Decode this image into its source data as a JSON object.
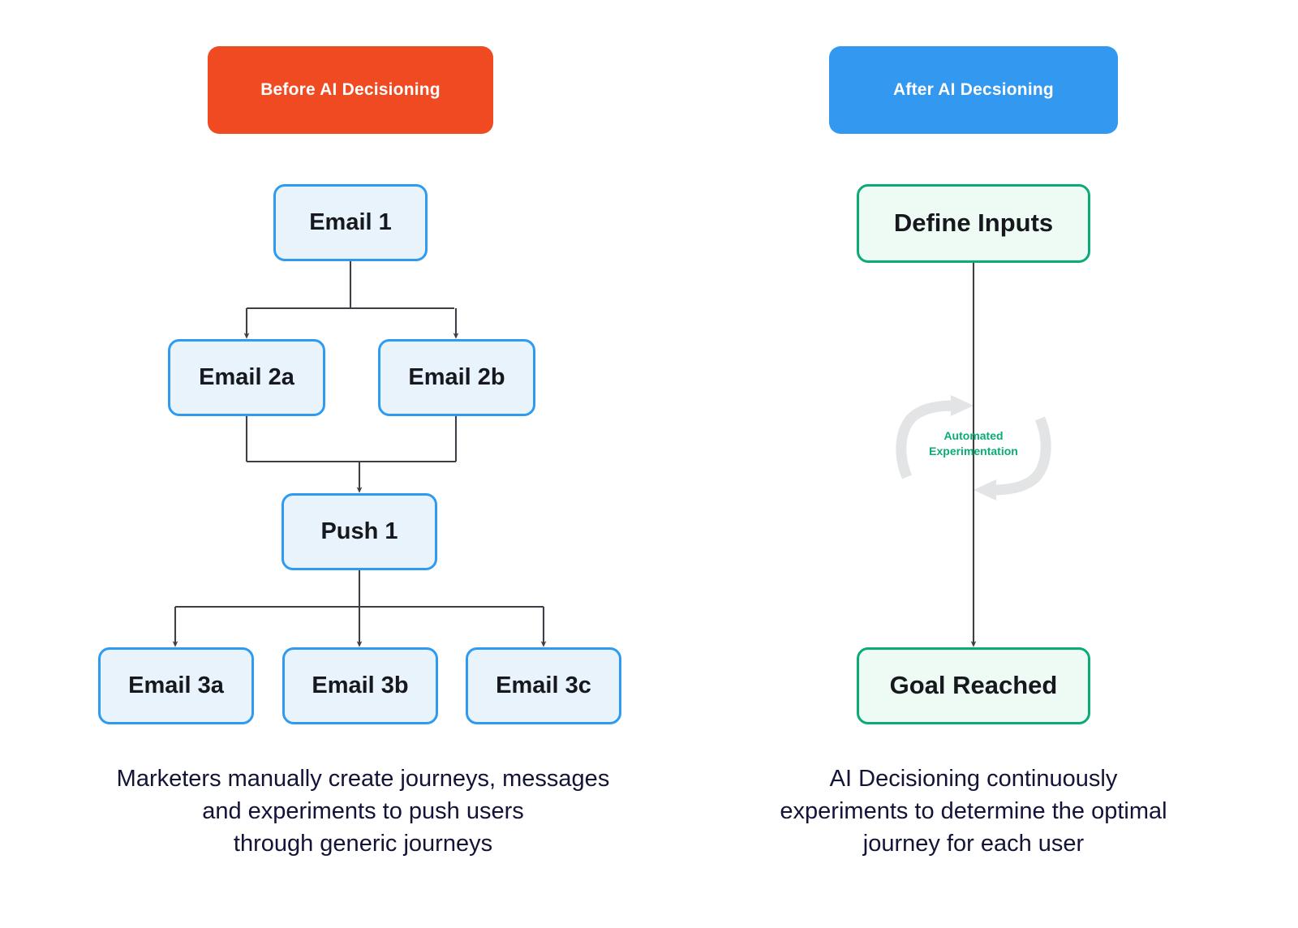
{
  "panels": {
    "before": {
      "header": "Before AI Decisioning",
      "header_color": "#f04a23",
      "caption": "Marketers manually create journeys, messages\nand experiments to push users\nthrough generic journeys",
      "node_border_color": "#2f9bf0",
      "node_fill_color": "#e9f3fb",
      "nodes": [
        {
          "id": "email1",
          "label": "Email 1"
        },
        {
          "id": "email2a",
          "label": "Email 2a"
        },
        {
          "id": "email2b",
          "label": "Email 2b"
        },
        {
          "id": "push1",
          "label": "Push 1"
        },
        {
          "id": "email3a",
          "label": "Email 3a"
        },
        {
          "id": "email3b",
          "label": "Email 3b"
        },
        {
          "id": "email3c",
          "label": "Email 3c"
        }
      ]
    },
    "after": {
      "header": "After AI Decsioning",
      "header_color": "#3398ef",
      "caption": "AI Decisioning continuously\nexperiments to determine the optimal\njourney for each user",
      "node_border_color": "#0bab77",
      "node_fill_color": "#eefaf4",
      "nodes": [
        {
          "id": "define",
          "label": "Define Inputs"
        },
        {
          "id": "goal",
          "label": "Goal Reached"
        }
      ],
      "loop": {
        "label_line1": "Automated",
        "label_line2": "Experimentation",
        "label_color": "#0bab77",
        "arrow_color": "#e3e4e5"
      }
    }
  },
  "colors": {
    "connector": "#3c3f45",
    "caption_text": "#131338",
    "node_text": "#16181d",
    "background": "#ffffff"
  }
}
